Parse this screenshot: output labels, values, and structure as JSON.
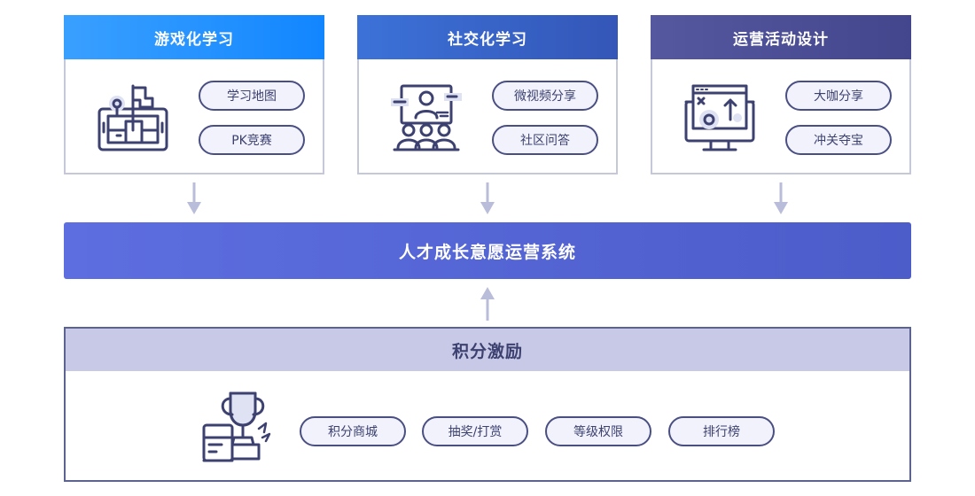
{
  "cards": [
    {
      "title": "游戏化学习",
      "pills": [
        "学习地图",
        "PK竞赛"
      ],
      "icon": "map-flag-icon",
      "head_color": "#1890ff"
    },
    {
      "title": "社交化学习",
      "pills": [
        "微视频分享",
        "社区问答"
      ],
      "icon": "presentation-audience-icon",
      "head_color": "#3a63c9"
    },
    {
      "title": "运营活动设计",
      "pills": [
        "大咖分享",
        "冲关夺宝"
      ],
      "icon": "monitor-strategy-icon",
      "head_color": "#4e4f9b"
    }
  ],
  "central": {
    "label": "人才成长意愿运营系统",
    "color": "#5564d6"
  },
  "bottom": {
    "title": "积分激励",
    "icon": "trophy-icon",
    "pills": [
      "积分商城",
      "抽奖/打赏",
      "等级权限",
      "排行榜"
    ]
  },
  "colors": {
    "navy": "#3d4170",
    "arrow": "#b9bdd9",
    "border": "#c4c8d8"
  }
}
